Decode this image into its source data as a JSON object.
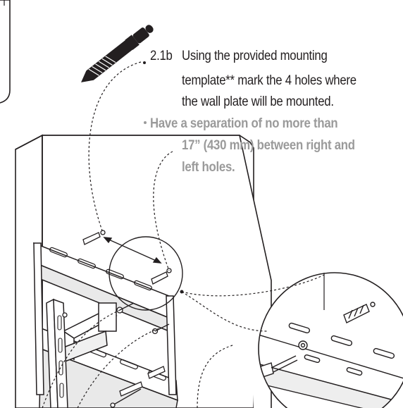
{
  "step": {
    "number": "2.1b",
    "line1": "Using the provided mounting",
    "line2": "template** mark the 4 holes where",
    "line3": "the wall plate will be mounted."
  },
  "note": {
    "line1": "Have a separation of no more than",
    "line2": "17” (430 mm) between right and",
    "line3": "left holes."
  },
  "icons": {
    "pencil": "pencil-icon",
    "detail": "magnified-detail-circle"
  },
  "colors": {
    "line": "#231f20",
    "note_text": "#9a9a9a",
    "wall_fill": "#ffffff"
  }
}
